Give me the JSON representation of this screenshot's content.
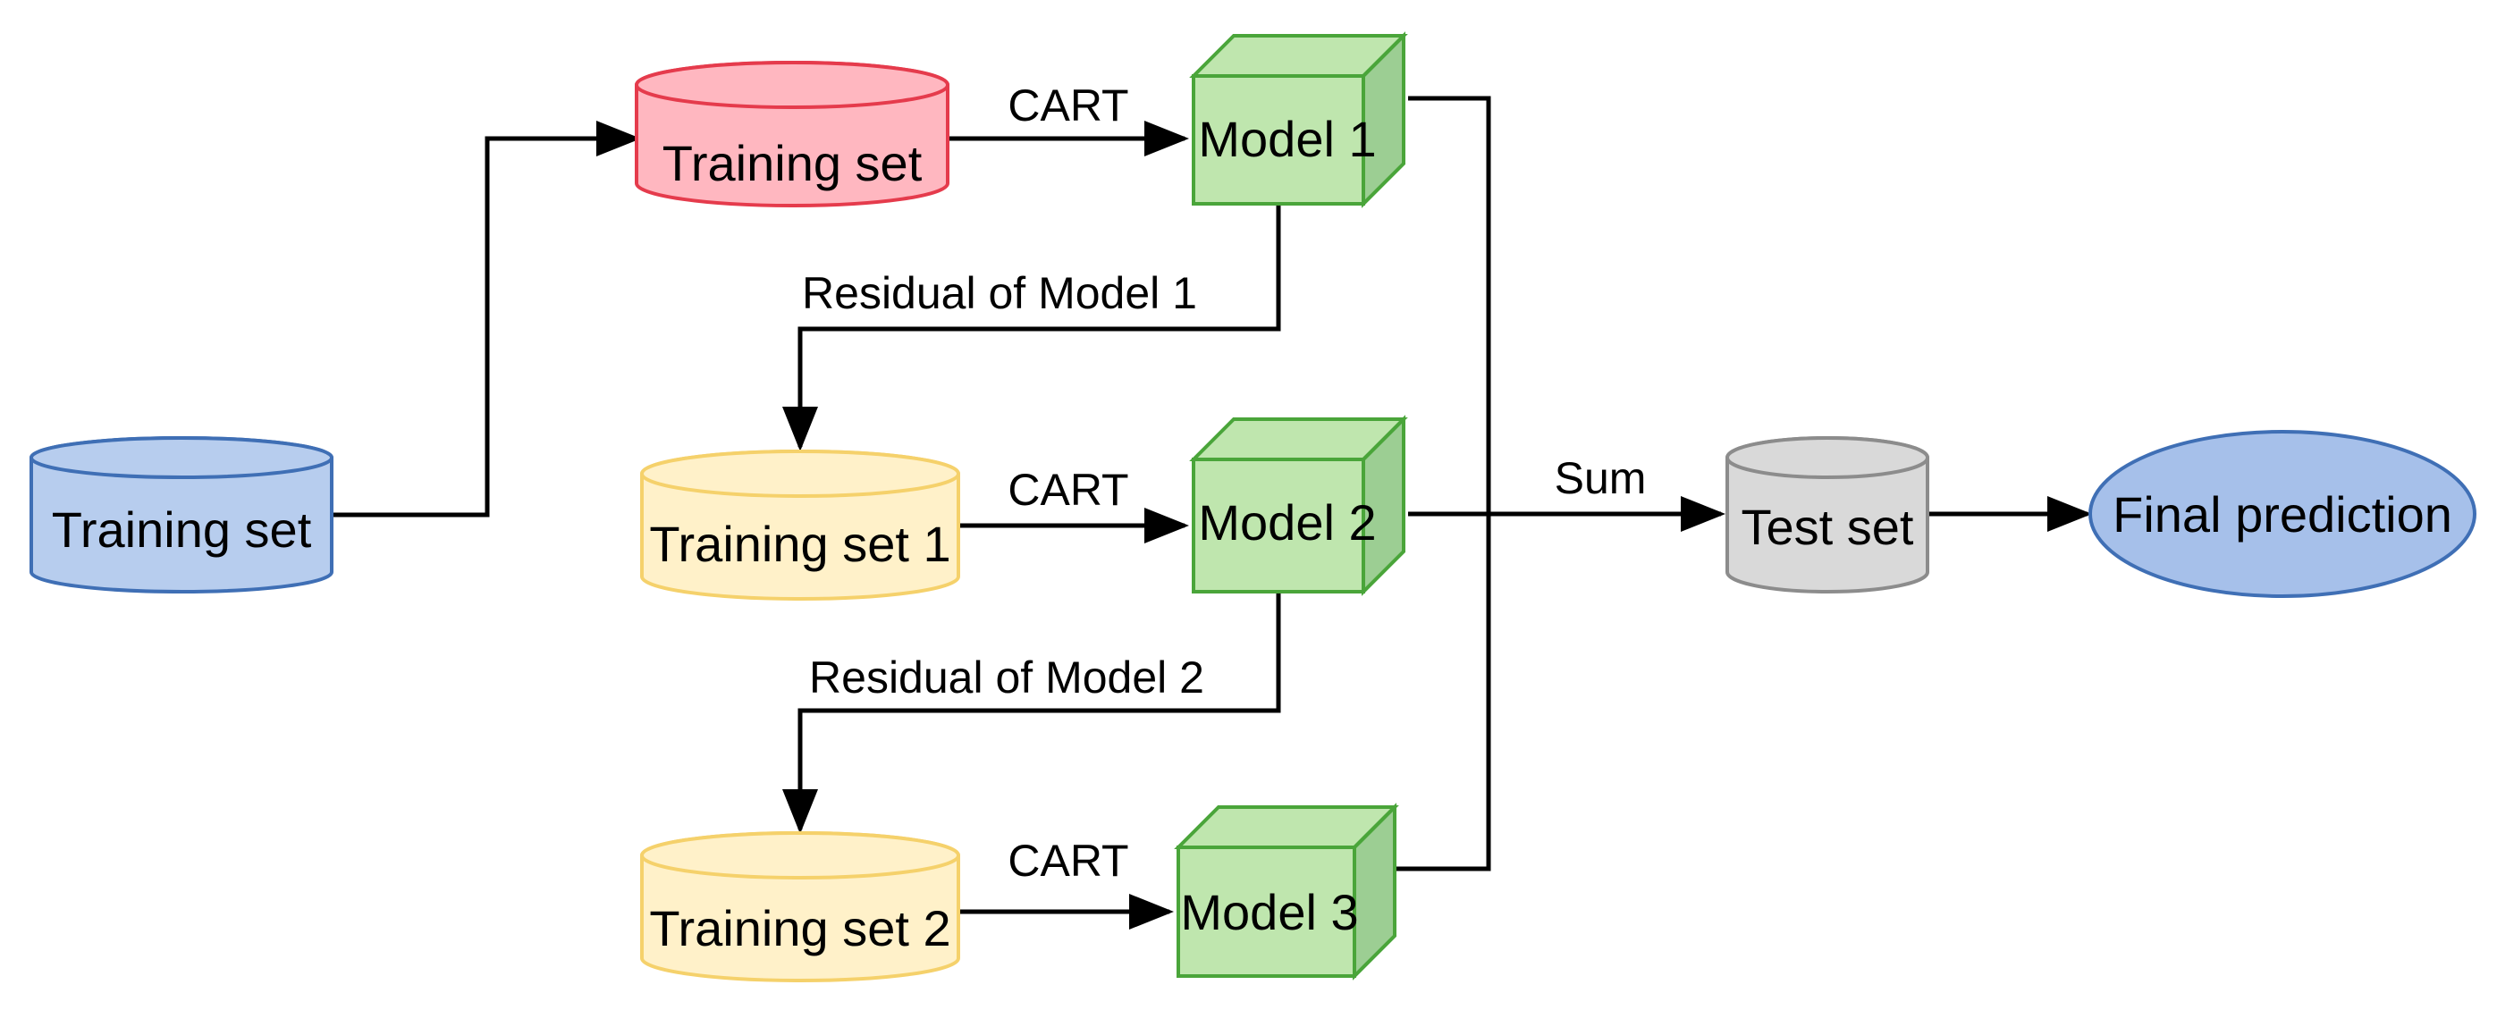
{
  "nodes": {
    "training_set_main": {
      "label": "Training set",
      "fill": "#b7cdee",
      "stroke": "#3f6fb5"
    },
    "training_set_top": {
      "label": "Training set",
      "fill": "#ffb7c0",
      "stroke": "#e53b4c"
    },
    "training_set_1": {
      "label": "Training set 1",
      "fill": "#fff1c9",
      "stroke": "#f5d16b"
    },
    "training_set_2": {
      "label": "Training set 2",
      "fill": "#fff1c9",
      "stroke": "#f5d16b"
    },
    "model_1": {
      "label": "Model 1",
      "fill": "#bfe6ae",
      "stroke": "#4aa53a"
    },
    "model_2": {
      "label": "Model 2",
      "fill": "#bfe6ae",
      "stroke": "#4aa53a"
    },
    "model_3": {
      "label": "Model 3",
      "fill": "#bfe6ae",
      "stroke": "#4aa53a"
    },
    "test_set": {
      "label": "Test set",
      "fill": "#d9d9d9",
      "stroke": "#8c8c8c"
    },
    "final_prediction": {
      "label": "Final prediction",
      "fill": "#a6c0ea",
      "stroke": "#3f6fb5"
    }
  },
  "edges": {
    "cart_1": "CART",
    "cart_2": "CART",
    "cart_3": "CART",
    "residual_1": "Residual of Model 1",
    "residual_2": "Residual of Model 2",
    "sum": "Sum"
  }
}
